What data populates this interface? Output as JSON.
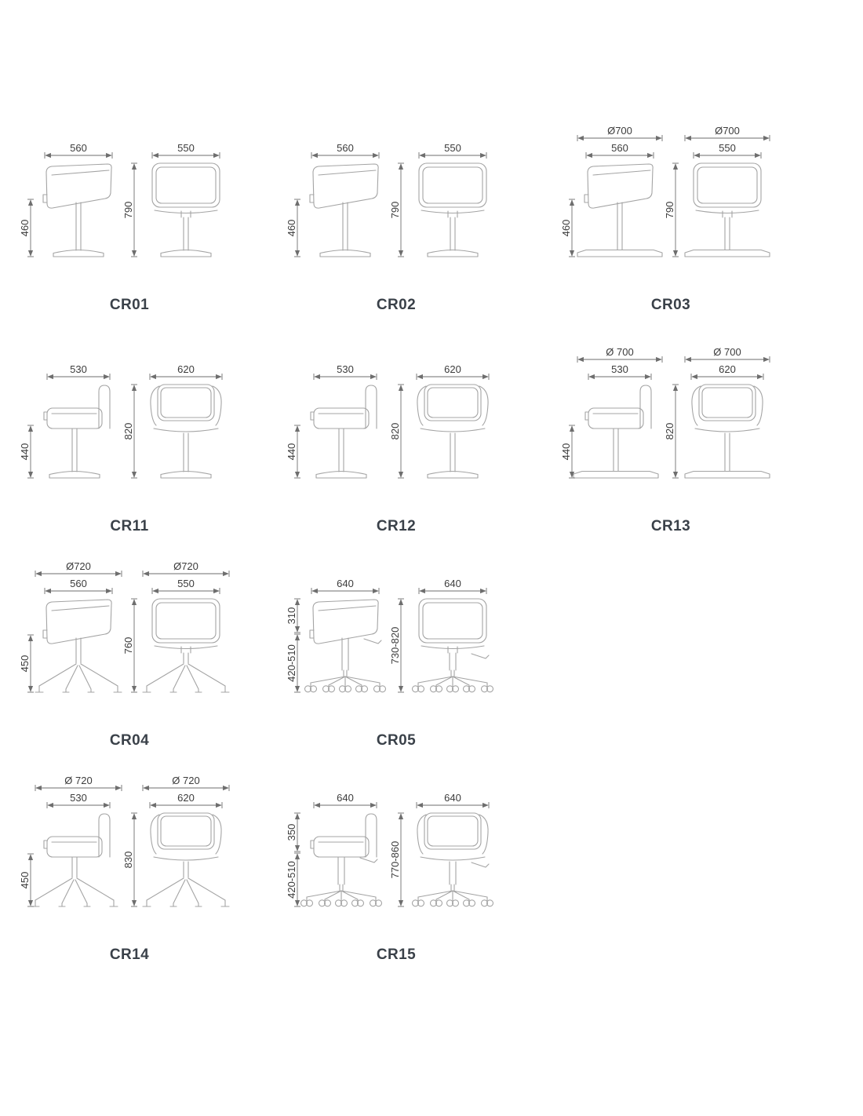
{
  "page": {
    "background": "#ffffff"
  },
  "styles": {
    "chair_line_color": "#a4a4a4",
    "dimension_line_color": "#6e6e6e",
    "dimension_text_color": "#3c3c3c",
    "model_code_color": "#3a4149"
  },
  "diagrams": [
    {
      "code": "CR01",
      "seat": "plain",
      "base": "pedestal",
      "side": {
        "width": "560",
        "seat_height": "460"
      },
      "front": {
        "width": "550",
        "height": "790"
      }
    },
    {
      "code": "CR02",
      "seat": "plain",
      "base": "pedestal",
      "side": {
        "width": "560",
        "seat_height": "460"
      },
      "front": {
        "width": "550",
        "height": "790"
      }
    },
    {
      "code": "CR03",
      "seat": "plain",
      "base": "wide",
      "side": {
        "diameter": "Ø700",
        "width": "560",
        "seat_height": "460"
      },
      "front": {
        "diameter": "Ø700",
        "width": "550",
        "height": "790"
      }
    },
    {
      "code": "CR11",
      "seat": "arm",
      "base": "pedestal",
      "side": {
        "width": "530",
        "seat_height": "440"
      },
      "front": {
        "width": "620",
        "height": "820"
      }
    },
    {
      "code": "CR12",
      "seat": "arm",
      "base": "pedestal",
      "side": {
        "width": "530",
        "seat_height": "440"
      },
      "front": {
        "width": "620",
        "height": "820"
      }
    },
    {
      "code": "CR13",
      "seat": "arm",
      "base": "wide",
      "side": {
        "diameter": "Ø 700",
        "width": "530",
        "seat_height": "440"
      },
      "front": {
        "diameter": "Ø 700",
        "width": "620",
        "height": "820"
      }
    },
    {
      "code": "CR04",
      "seat": "plain",
      "base": "star4",
      "side": {
        "diameter": "Ø720",
        "width": "560",
        "seat_height": "450"
      },
      "front": {
        "diameter": "Ø720",
        "width": "550",
        "height": "760"
      }
    },
    {
      "code": "CR05",
      "seat": "plain",
      "base": "castor",
      "side": {
        "width": "640",
        "back_height": "310",
        "seat_height": "420-510"
      },
      "front": {
        "width": "640",
        "height": "730-820"
      }
    },
    {
      "code": "CR14",
      "seat": "arm",
      "base": "star4",
      "side": {
        "diameter": "Ø 720",
        "width": "530",
        "seat_height": "450"
      },
      "front": {
        "diameter": "Ø 720",
        "width": "620",
        "height": "830"
      }
    },
    {
      "code": "CR15",
      "seat": "arm",
      "base": "castor",
      "side": {
        "width": "640",
        "back_height": "350",
        "seat_height": "420-510"
      },
      "front": {
        "width": "640",
        "height": "770-860"
      }
    }
  ]
}
